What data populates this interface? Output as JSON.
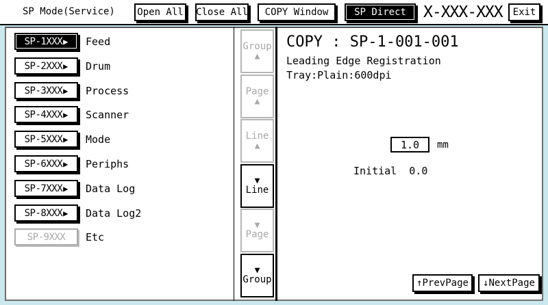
{
  "header": {
    "title": "SP Mode(Service)",
    "buttons": [
      {
        "label": "Open All",
        "name": "open-all-button",
        "selected": false
      },
      {
        "label": "Close All",
        "name": "close-all-button",
        "selected": false
      },
      {
        "label": "COPY Window",
        "name": "copy-window-button",
        "selected": false
      },
      {
        "label": "SP Direct",
        "name": "sp-direct-button",
        "selected": true
      }
    ],
    "model": "X-XXX-XXX",
    "exit_label": "Exit"
  },
  "sidebar": {
    "items": [
      {
        "code": "SP-1XXX",
        "arrow": "▶",
        "label": "Feed",
        "selected": true,
        "disabled": false
      },
      {
        "code": "SP-2XXX",
        "arrow": "▶",
        "label": "Drum",
        "selected": false,
        "disabled": false
      },
      {
        "code": "SP-3XXX",
        "arrow": "▶",
        "label": "Process",
        "selected": false,
        "disabled": false
      },
      {
        "code": "SP-4XXX",
        "arrow": "▶",
        "label": "Scanner",
        "selected": false,
        "disabled": false
      },
      {
        "code": "SP-5XXX",
        "arrow": "▶",
        "label": "Mode",
        "selected": false,
        "disabled": false
      },
      {
        "code": "SP-6XXX",
        "arrow": "▶",
        "label": "Periphs",
        "selected": false,
        "disabled": false
      },
      {
        "code": "SP-7XXX",
        "arrow": "▶",
        "label": "Data Log",
        "selected": false,
        "disabled": false
      },
      {
        "code": "SP-8XXX",
        "arrow": "▶",
        "label": "Data Log2",
        "selected": false,
        "disabled": false
      },
      {
        "code": "SP-9XXX",
        "arrow": "",
        "label": "Etc",
        "selected": false,
        "disabled": true
      }
    ]
  },
  "nav": {
    "buttons": [
      {
        "label": "Group",
        "triangle": "▲",
        "triangle_first": false,
        "disabled": true
      },
      {
        "label": "Page",
        "triangle": "▲",
        "triangle_first": false,
        "disabled": true
      },
      {
        "label": "Line",
        "triangle": "▲",
        "triangle_first": false,
        "disabled": true
      },
      {
        "label": "Line",
        "triangle": "▼",
        "triangle_first": true,
        "disabled": false
      },
      {
        "label": "Page",
        "triangle": "▼",
        "triangle_first": true,
        "disabled": true
      },
      {
        "label": "Group",
        "triangle": "▼",
        "triangle_first": true,
        "disabled": false
      }
    ]
  },
  "detail": {
    "title": "COPY : SP-1-001-001",
    "subtitle1": "Leading Edge Registration",
    "subtitle2": "Tray:Plain:600dpi",
    "value": "1.0",
    "unit": "mm",
    "initial_label": "Initial",
    "initial_value": "0.0",
    "prev_page_label": "↑PrevPage",
    "next_page_label": "↓NextPage"
  },
  "colors": {
    "background": "#c9e7ec",
    "panel": "#ffffff",
    "ink": "#000000",
    "disabled": "#a8a8a8"
  }
}
